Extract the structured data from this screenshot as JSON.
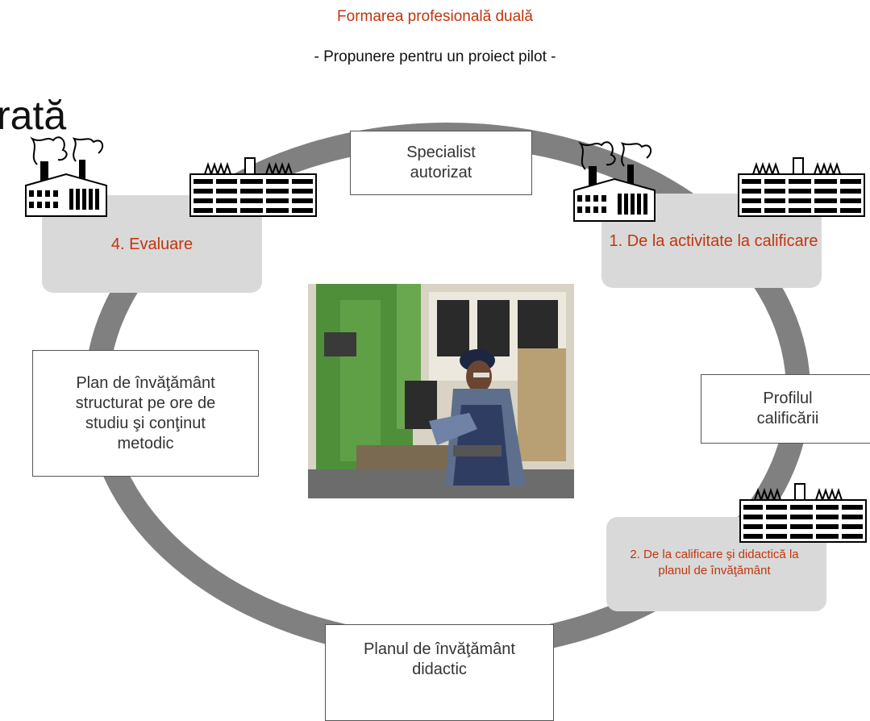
{
  "header": {
    "title": "Formarea profesională duală",
    "subtitle": "- Propunere pentru un proiect pilot -"
  },
  "slide_fragment": "rată",
  "stages": {
    "stage1": "1. De la activitate la calificare",
    "stage2_line1": "2. De la calificare şi didactică la",
    "stage2_line2": "planul de învăţământ",
    "stage4": "4. Evaluare"
  },
  "boxes": {
    "specialist_line1": "Specialist",
    "specialist_line2": "autorizat",
    "profile_line1": "Profilul",
    "profile_line2": "calificării",
    "didactic_plan_line1": "Planul de învăţământ",
    "didactic_plan_line2": "didactic",
    "structured_plan_line1": "Plan de învăţământ",
    "structured_plan_line2": "structurat pe ore de",
    "structured_plan_line3": "studiu şi conţinut",
    "structured_plan_line4": "metodic"
  },
  "icons": {
    "smoking_factory": "factory-smoke-icon",
    "factory_building": "factory-building-icon"
  },
  "colors": {
    "accent": "#c0360c",
    "ring": "#808080",
    "panel": "#d9d9d9"
  }
}
